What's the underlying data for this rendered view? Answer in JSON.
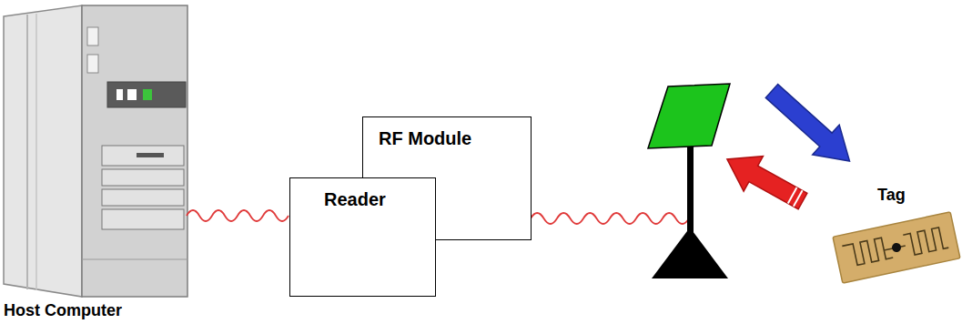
{
  "diagram": {
    "nodes": [
      {
        "text": [
          "RF Module"
        ]
      },
      {
        "text": [
          "Reader"
        ]
      }
    ],
    "labels": [
      "Host Computer",
      "Tag"
    ]
  }
}
